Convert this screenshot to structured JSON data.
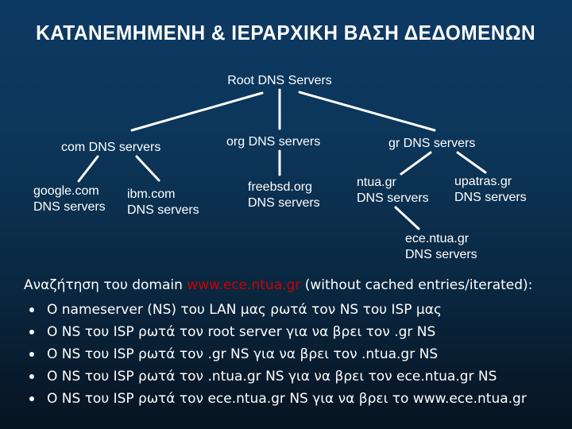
{
  "slide": {
    "title": "ΚΑΤΑΝΕΜΗΜΕΝΗ & ΙΕΡΑΡΧΙΚΗ ΒΑΣΗ ΔΕΔΟΜΕΝΩΝ",
    "colors": {
      "background_top": "#0d3a64",
      "background_bottom": "#071320",
      "text": "#ffffff",
      "highlight_red": "#cc0000",
      "connector": "#ffffff"
    }
  },
  "tree": {
    "root": {
      "label": "Root DNS Servers"
    },
    "nodes": [
      {
        "id": "com",
        "line1": "com DNS servers",
        "line2": ""
      },
      {
        "id": "org",
        "line1": "org DNS servers",
        "line2": ""
      },
      {
        "id": "gr",
        "line1": "gr DNS servers",
        "line2": ""
      },
      {
        "id": "google",
        "line1": "google.com",
        "line2": "DNS servers"
      },
      {
        "id": "ibm",
        "line1": "ibm.com",
        "line2": "DNS servers"
      },
      {
        "id": "freebsd",
        "line1": "freebsd.org",
        "line2": "DNS servers"
      },
      {
        "id": "ntua",
        "line1": "ntua.gr",
        "line2": "DNS servers"
      },
      {
        "id": "upatras",
        "line1": "upatras.gr",
        "line2": "DNS servers"
      },
      {
        "id": "ece",
        "line1": "ece.ntua.gr",
        "line2": "DNS servers"
      }
    ]
  },
  "explanation": {
    "intro_prefix": "Αναζήτηση του domain ",
    "intro_domain": "www.ece.ntua.gr",
    "intro_suffix": " (without cached entries/iterated):",
    "bullets": [
      "Ο nameserver (NS) του LAN μας ρωτά τον NS του ISP μας",
      "Ο NS του ISP ρωτά τον root server για να βρει τον .gr NS",
      "Ο NS του ISP ρωτά τον .gr NS για να βρει τον .ntua.gr NS",
      "Ο NS του ISP ρωτά τον .ntua.gr NS για να βρει τον ece.ntua.gr NS",
      "Ο NS του ISP ρωτά τον ece.ntua.gr NS για να βρει το www.ece.ntua.gr"
    ]
  }
}
